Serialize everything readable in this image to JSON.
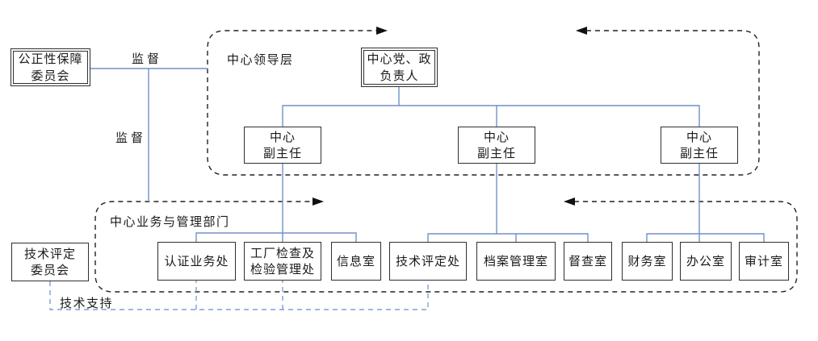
{
  "groups": {
    "leadership": {
      "label": "中心领导层"
    },
    "departments": {
      "label": "中心业务与管理部门"
    }
  },
  "nodes": {
    "fairness_committee": {
      "line1": "公正性保障",
      "line2": "委员会"
    },
    "center_leader": {
      "line1": "中心党、政",
      "line2": "负责人"
    },
    "tech_committee": {
      "line1": "技术评定",
      "line2": "委员会"
    }
  },
  "deputies": [
    {
      "line1": "中心",
      "line2": "副主任"
    },
    {
      "line1": "中心",
      "line2": "副主任"
    },
    {
      "line1": "中心",
      "line2": "副主任"
    }
  ],
  "departments": [
    {
      "line1": "认证业务处"
    },
    {
      "line1": "工厂检查及",
      "line2": "检验管理处"
    },
    {
      "line1": "信息室"
    },
    {
      "line1": "技术评定处"
    },
    {
      "line1": "档案管理室"
    },
    {
      "line1": "督查室"
    },
    {
      "line1": "财务室"
    },
    {
      "line1": "办公室"
    },
    {
      "line1": "审计室"
    }
  ],
  "labels": {
    "supervise_top": "监督",
    "supervise_mid": "监督",
    "tech_support": "技术支持"
  },
  "colors": {
    "connector_blue": "#7191c9",
    "support_dashed_blue": "#7f9fd9",
    "outline_dark": "#222222",
    "box_border": "#2f2f2f",
    "background": "#ffffff"
  }
}
